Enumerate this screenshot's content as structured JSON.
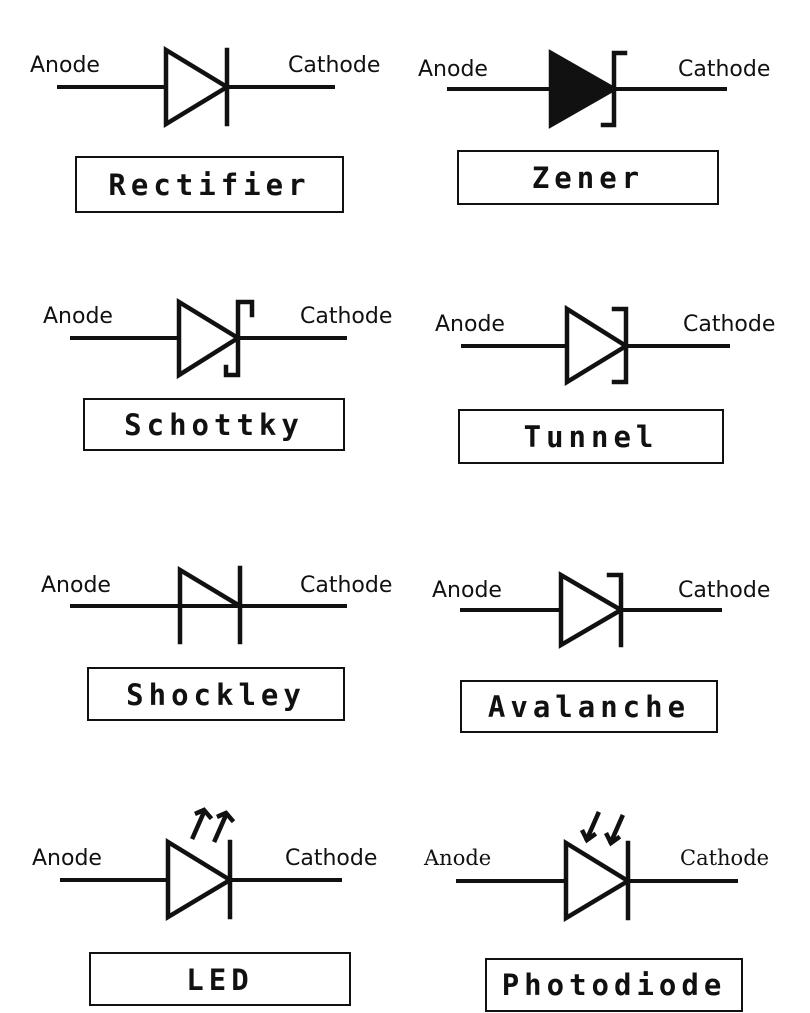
{
  "panels": [
    {
      "id": "rectifier",
      "anode": "Anode",
      "cathode": "Cathode",
      "name": "Rectifier"
    },
    {
      "id": "zener",
      "anode": "Anode",
      "cathode": "Cathode",
      "name": "Zener"
    },
    {
      "id": "schottky",
      "anode": "Anode",
      "cathode": "Cathode",
      "name": "Schottky"
    },
    {
      "id": "tunnel",
      "anode": "Anode",
      "cathode": "Cathode",
      "name": "Tunnel"
    },
    {
      "id": "shockley",
      "anode": "Anode",
      "cathode": "Cathode",
      "name": "Shockley"
    },
    {
      "id": "avalanche",
      "anode": "Anode",
      "cathode": "Cathode",
      "name": "Avalanche"
    },
    {
      "id": "led",
      "anode": "Anode",
      "cathode": "Cathode",
      "name": "LED"
    },
    {
      "id": "photodiode",
      "anode": "Anode",
      "cathode": "Cathode",
      "name": "Photodiode"
    }
  ],
  "colors": {
    "ink": "#111111",
    "background": "#ffffff"
  }
}
